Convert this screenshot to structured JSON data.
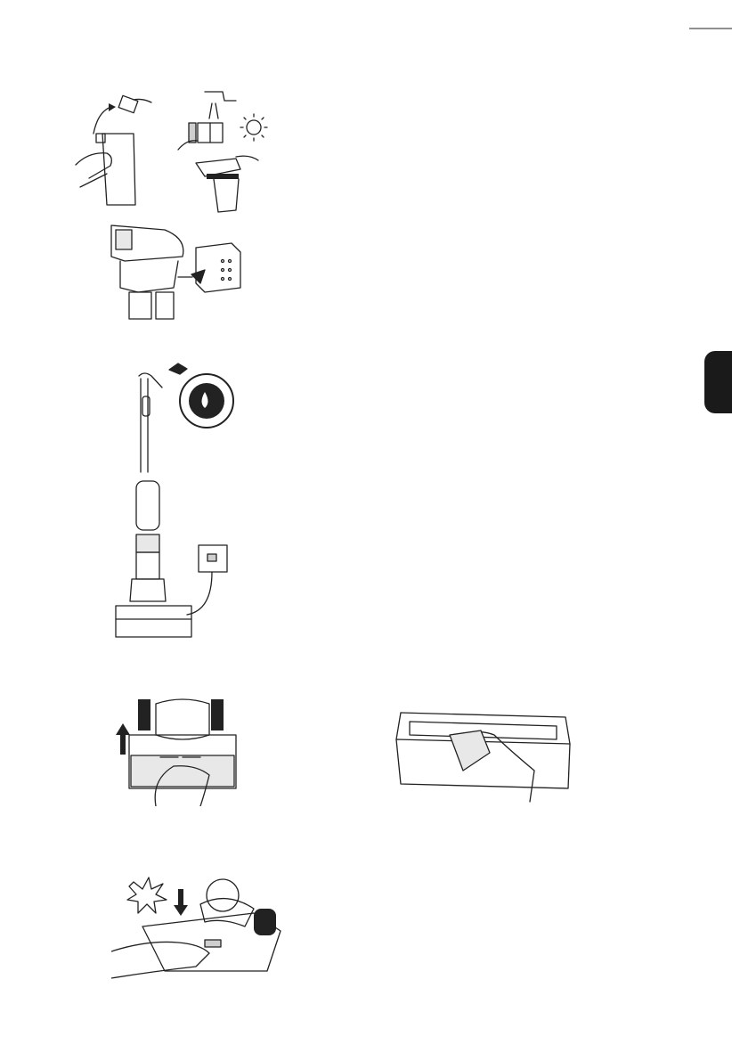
{
  "page": {
    "side_tab_color": "#1a1a1a",
    "line_color": "#222222"
  },
  "illustrations": [
    {
      "id": "filter-removal",
      "icons": [
        "filter-remove-icon",
        "hand-icon",
        "arrow-icon"
      ]
    },
    {
      "id": "filter-wash-dry",
      "icons": [
        "tap-icon",
        "sun-icon",
        "hand-icon"
      ]
    },
    {
      "id": "filter-reinsert",
      "icons": [
        "tank-icon",
        "filter-icon",
        "arrow-icon"
      ]
    },
    {
      "id": "self-clean-dock",
      "icons": [
        "vacuum-icon",
        "water-drop-icon",
        "power-socket-icon"
      ]
    },
    {
      "id": "tray-removal",
      "icons": [
        "brush-head-icon",
        "hand-icon",
        "arrow-up-icon"
      ]
    },
    {
      "id": "tray-wipe",
      "icons": [
        "tray-icon",
        "hand-icon",
        "cloth-icon"
      ]
    },
    {
      "id": "tray-click-in",
      "icons": [
        "brush-head-icon",
        "hand-icon",
        "click-burst-icon"
      ]
    }
  ]
}
